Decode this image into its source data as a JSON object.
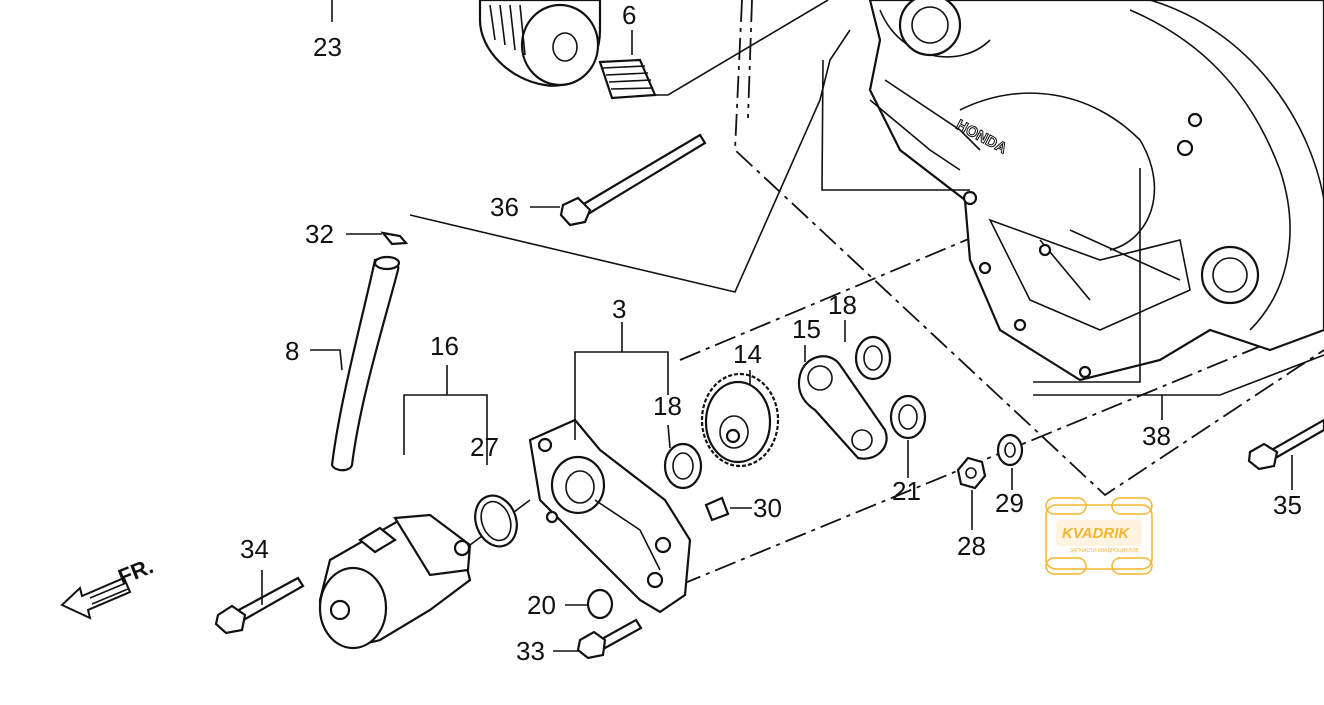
{
  "parts": [
    {
      "id": "p3",
      "label": "3"
    },
    {
      "id": "p6",
      "label": "6"
    },
    {
      "id": "p8",
      "label": "8"
    },
    {
      "id": "p14",
      "label": "14"
    },
    {
      "id": "p15",
      "label": "15"
    },
    {
      "id": "p16",
      "label": "16"
    },
    {
      "id": "p18a",
      "label": "18"
    },
    {
      "id": "p18b",
      "label": "18"
    },
    {
      "id": "p20",
      "label": "20"
    },
    {
      "id": "p21",
      "label": "21"
    },
    {
      "id": "p23",
      "label": "23"
    },
    {
      "id": "p27",
      "label": "27"
    },
    {
      "id": "p28",
      "label": "28"
    },
    {
      "id": "p29",
      "label": "29"
    },
    {
      "id": "p30",
      "label": "30"
    },
    {
      "id": "p32",
      "label": "32"
    },
    {
      "id": "p33",
      "label": "33"
    },
    {
      "id": "p34",
      "label": "34"
    },
    {
      "id": "p35",
      "label": "35"
    },
    {
      "id": "p36",
      "label": "36"
    },
    {
      "id": "p38",
      "label": "38"
    }
  ],
  "direction_label": "FR.",
  "case_brand": "HONDA",
  "watermark": {
    "brand": "KVADRIK",
    "subtitle": "ЗАПЧАСТИ КВАДРОЦИКЛОВ",
    "color": "#f5b52e"
  }
}
